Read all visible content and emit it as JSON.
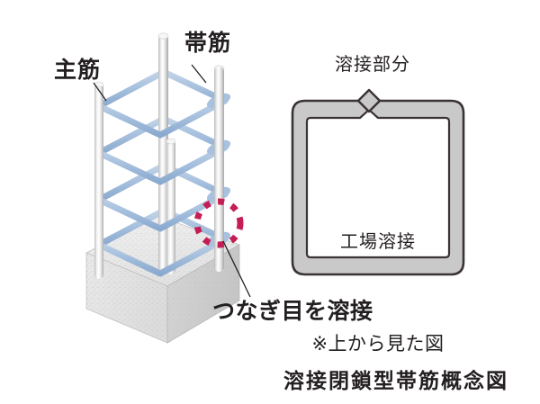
{
  "diagram": {
    "caption": "溶接閉鎖型帯筋概念図",
    "background_color": "#ffffff"
  },
  "labels": {
    "main_rebar": "主筋",
    "hoop_rebar": "帯筋",
    "weld_joint_callout": "つなぎ目を溶接",
    "weld_part": "溶接部分",
    "factory_weld": "工場溶接",
    "top_view_note": "※上から見た図"
  },
  "colors": {
    "hoop_blue": "#a8c1de",
    "hoop_blue_dark": "#89a9cd",
    "rebar_gray": "#d8d8d8",
    "rebar_highlight": "#ffffff",
    "concrete_light": "#ebebeb",
    "concrete_mid": "#dcdcdc",
    "concrete_dark": "#cfcfcf",
    "callout_red": "#c41e54",
    "outline_dark": "#3a3336",
    "frame_fill": "#c9c9c9",
    "text": "#231f20"
  },
  "cage": {
    "vertical_bars": 4,
    "hoop_levels": 4,
    "weld_bulges_per_bar": 4,
    "note": "isometric column rebar cage on concrete footing"
  },
  "weld_frame": {
    "shape": "rounded-square-hoop",
    "weld_mark": "diamond-bulge-top-center"
  }
}
